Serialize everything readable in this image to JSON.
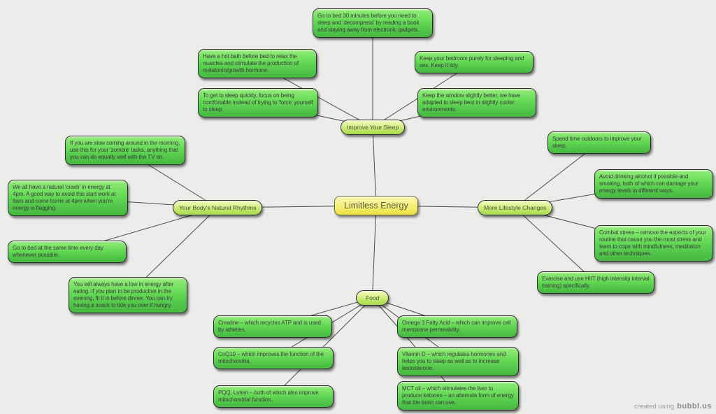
{
  "canvas": {
    "background": "#ececea",
    "line_color": "#4a4a4a",
    "leaf_color": "#5fd551",
    "branch_color": "#bfe565",
    "center_color": "#f3ec6a"
  },
  "watermark": {
    "prefix": "created using",
    "brand": "bubbl.us"
  },
  "nodes": [
    {
      "id": "limitless-energy",
      "kind": "center",
      "text": "Limitless Energy"
    },
    {
      "id": "improve-your-sleep",
      "kind": "branch",
      "text": "Improve Your Sleep"
    },
    {
      "id": "natural-rhythms",
      "kind": "branch",
      "text": "Your Body's Natural Rhythms"
    },
    {
      "id": "lifestyle-changes",
      "kind": "branch",
      "text": "More Lifestyle Changes"
    },
    {
      "id": "food",
      "kind": "branch",
      "text": "Food"
    },
    {
      "id": "bed-30-min",
      "kind": "leaf",
      "text": "Go to bed 30 minutes before you need to sleep and 'decompress' by reading a book and staying away from electronic gadgets."
    },
    {
      "id": "hot-bath",
      "kind": "leaf",
      "text": "Have a hot bath before bed to relax the muscles and stimulate the production of melatonin/growth hormone."
    },
    {
      "id": "sleep-quickly",
      "kind": "leaf",
      "text": "To get to sleep quickly, focus on being comfortable instead of trying to 'force' yourself to sleep."
    },
    {
      "id": "bedroom-purely",
      "kind": "leaf",
      "text": "Keep your bedroom purely for sleeping and sex. Keep it tidy."
    },
    {
      "id": "window-cooler",
      "kind": "leaf",
      "text": "Keep the window slightly better, we have adapted to sleep best in slightly cooler environments."
    },
    {
      "id": "slow-morning",
      "kind": "leaf",
      "text": "If you are slow coming around in the morning, use this for your 'zombie' tasks, anything that you can do equally well with the TV on."
    },
    {
      "id": "natural-crash",
      "kind": "leaf",
      "text": "We all have a natural 'crash' in energy at 4pm. A good way to avoid this start work at 8am and come home at 4pm when you're energy is flagging."
    },
    {
      "id": "same-bedtime",
      "kind": "leaf",
      "text": "Go to bed at the same time every day whenever possible."
    },
    {
      "id": "low-after-eating",
      "kind": "leaf",
      "text": "You will always have a low in energy after eating. If you plan to be productive in the evening, fit it in before dinner. You can try having a snack to tide you over if hungry."
    },
    {
      "id": "outdoors",
      "kind": "leaf",
      "text": "Spend time outdoors to improve your sleep."
    },
    {
      "id": "avoid-alcohol",
      "kind": "leaf",
      "text": "Avoid drinking alcohol if possible and smoking, both of which can damage your energy levels in different ways."
    },
    {
      "id": "combat-stress",
      "kind": "leaf",
      "text": "Combat stress – remove the aspects of your routine that cause you the most stress and learn to cope with mindfulness, meditation and other techniques."
    },
    {
      "id": "exercise-hiit",
      "kind": "leaf",
      "text": "Exercise and use HIIT (high intensity interval training) specifically."
    },
    {
      "id": "creatine",
      "kind": "leaf",
      "text": "Creatine – which recycles ATP and is used by athletes."
    },
    {
      "id": "coq10",
      "kind": "leaf",
      "text": "CoQ10 – which improves the function of the mitochondria."
    },
    {
      "id": "pqq-lutein",
      "kind": "leaf",
      "text": "PQQ, Lutein – both of which also improve mitochondrial function."
    },
    {
      "id": "omega3",
      "kind": "leaf",
      "text": "Omega 3 Fatty Acid – which can improve cell membrane permeability."
    },
    {
      "id": "vitamin-d",
      "kind": "leaf",
      "text": "Vitamin D – which regulates hormones and helps you to sleep as well as to increase testosterone."
    },
    {
      "id": "mct-oil",
      "kind": "leaf",
      "text": "MCT oil – which stimulates the liver to produce ketones – an alternate form of energy that the brain can use."
    }
  ],
  "edges": [
    [
      "limitless-energy",
      "improve-your-sleep"
    ],
    [
      "limitless-energy",
      "natural-rhythms"
    ],
    [
      "limitless-energy",
      "lifestyle-changes"
    ],
    [
      "limitless-energy",
      "food"
    ],
    [
      "improve-your-sleep",
      "bed-30-min"
    ],
    [
      "improve-your-sleep",
      "hot-bath"
    ],
    [
      "improve-your-sleep",
      "sleep-quickly"
    ],
    [
      "improve-your-sleep",
      "bedroom-purely"
    ],
    [
      "improve-your-sleep",
      "window-cooler"
    ],
    [
      "natural-rhythms",
      "slow-morning"
    ],
    [
      "natural-rhythms",
      "natural-crash"
    ],
    [
      "natural-rhythms",
      "same-bedtime"
    ],
    [
      "natural-rhythms",
      "low-after-eating"
    ],
    [
      "lifestyle-changes",
      "outdoors"
    ],
    [
      "lifestyle-changes",
      "avoid-alcohol"
    ],
    [
      "lifestyle-changes",
      "combat-stress"
    ],
    [
      "lifestyle-changes",
      "exercise-hiit"
    ],
    [
      "food",
      "creatine"
    ],
    [
      "food",
      "coq10"
    ],
    [
      "food",
      "pqq-lutein"
    ],
    [
      "food",
      "omega3"
    ],
    [
      "food",
      "vitamin-d"
    ],
    [
      "food",
      "mct-oil"
    ]
  ]
}
